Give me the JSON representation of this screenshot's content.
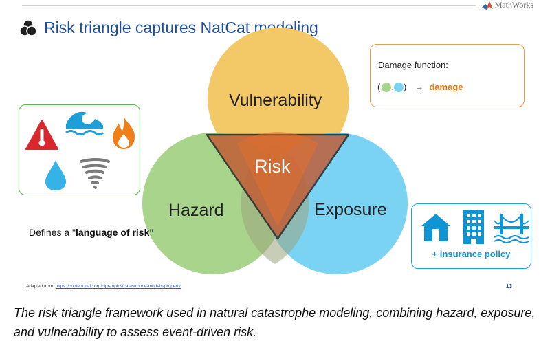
{
  "logo": {
    "text": "MathWorks",
    "icon": "mathworks-membrane-icon"
  },
  "title": {
    "text": "Risk triangle captures NatCat modeling",
    "icon": "three-circles-icon"
  },
  "venn": {
    "vulnerability": "Vulnerability",
    "hazard": "Hazard",
    "exposure": "Exposure",
    "risk": "Risk",
    "colors": {
      "vulnerability": "#f3c867",
      "hazard": "#a9d48c",
      "exposure": "#7bd3f3",
      "risk": "#d46a3a"
    }
  },
  "hazard_icons": [
    "thermometer-warning-icon",
    "wave-icon",
    "fire-icon",
    "water-drop-icon",
    "tornado-icon"
  ],
  "exposure_box": {
    "icons": [
      "house-icon",
      "building-icon",
      "bridge-icon"
    ],
    "label": "+ insurance policy"
  },
  "damage_box": {
    "title": "Damage function:",
    "open_paren": "(",
    "comma": ",",
    "close_paren": ")",
    "arrow": "→",
    "result": "damage"
  },
  "defines": {
    "prefix": "Defines a \"",
    "bold": "language of risk\""
  },
  "source": {
    "prefix": "Adapted from: ",
    "link": "https://content.naic.org/cipr-topics/catastrophe-models-property"
  },
  "page_number": "13",
  "caption": "The risk triangle framework used in natural catastrophe modeling, combining hazard, exposure, and vulnerability to assess event-driven risk."
}
